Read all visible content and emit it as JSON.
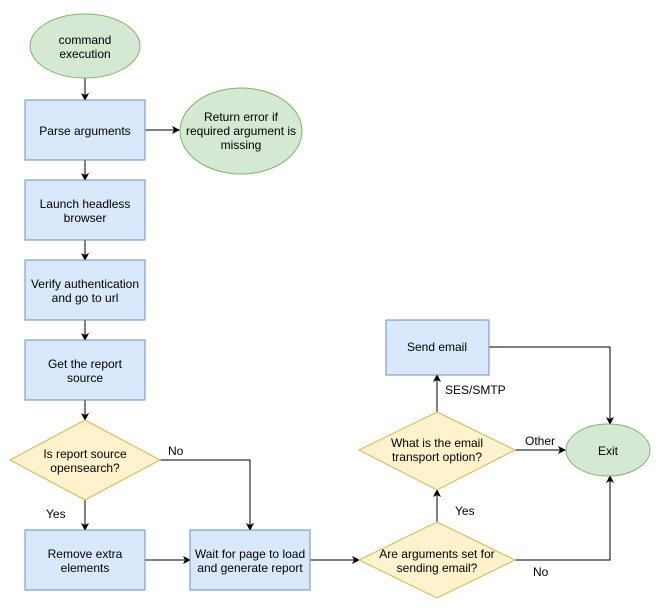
{
  "nodes": {
    "start": [
      "command",
      "execution"
    ],
    "parse": [
      "Parse arguments"
    ],
    "error": [
      "Return error if",
      "required argument is",
      "missing"
    ],
    "launch": [
      "Launch headless",
      "browser"
    ],
    "verify": [
      "Verify authentication",
      "and go to url"
    ],
    "source": [
      "Get the report",
      "source"
    ],
    "is_os": [
      "Is report source",
      "opensearch?"
    ],
    "remove": [
      "Remove extra",
      "elements"
    ],
    "wait": [
      "Wait for page to load",
      "and generate report"
    ],
    "args_set": [
      "Are arguments set for",
      "sending email?"
    ],
    "transport": [
      "What is the email",
      "transport option?"
    ],
    "send": [
      "Send email"
    ],
    "exit": [
      "Exit"
    ]
  },
  "edge_labels": {
    "no_opensearch": "No",
    "yes_opensearch": "Yes",
    "yes_args": "Yes",
    "no_args": "No",
    "ses_smtp": "SES/SMTP",
    "other": "Other"
  }
}
